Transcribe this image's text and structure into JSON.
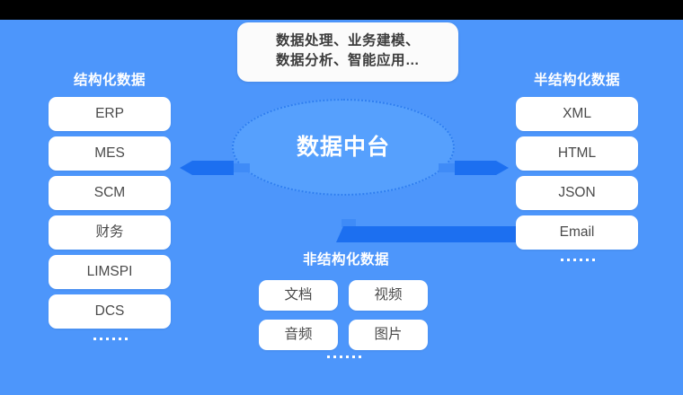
{
  "diagram": {
    "hub": {
      "label": "数据中台"
    },
    "callout": {
      "line1": "数据处理、业务建模、",
      "line2": "数据分析、智能应用…"
    },
    "columns": {
      "structured": {
        "title": "结构化数据",
        "items": [
          "ERP",
          "MES",
          "SCM",
          "财务",
          "LIMSPI",
          "DCS"
        ],
        "ellipsis": "……"
      },
      "semi_structured": {
        "title": "半结构化数据",
        "items": [
          "XML",
          "HTML",
          "JSON",
          "Email"
        ],
        "ellipsis": "……"
      },
      "unstructured": {
        "title": "非结构化数据",
        "items": [
          "文档",
          "视频",
          "音频",
          "图片"
        ],
        "ellipsis": "……"
      }
    },
    "arrows": {
      "left": "arrow-left-icon",
      "right": "arrow-right-icon",
      "down": "arrow-down-icon"
    },
    "colors": {
      "panel_background": "#4d96fb",
      "hub_fill": "#56a0fd",
      "hub_border": "#2f7ef0",
      "arrow": "#1c6ff0",
      "arrow_tail": "#3f8bf7",
      "pill_background": "#ffffff",
      "pill_text": "#4a4a4a",
      "title_text": "#ffffff",
      "callout_background": "#fbfbfb",
      "callout_text": "#3c3c3c",
      "letterbox": "#000000"
    }
  }
}
